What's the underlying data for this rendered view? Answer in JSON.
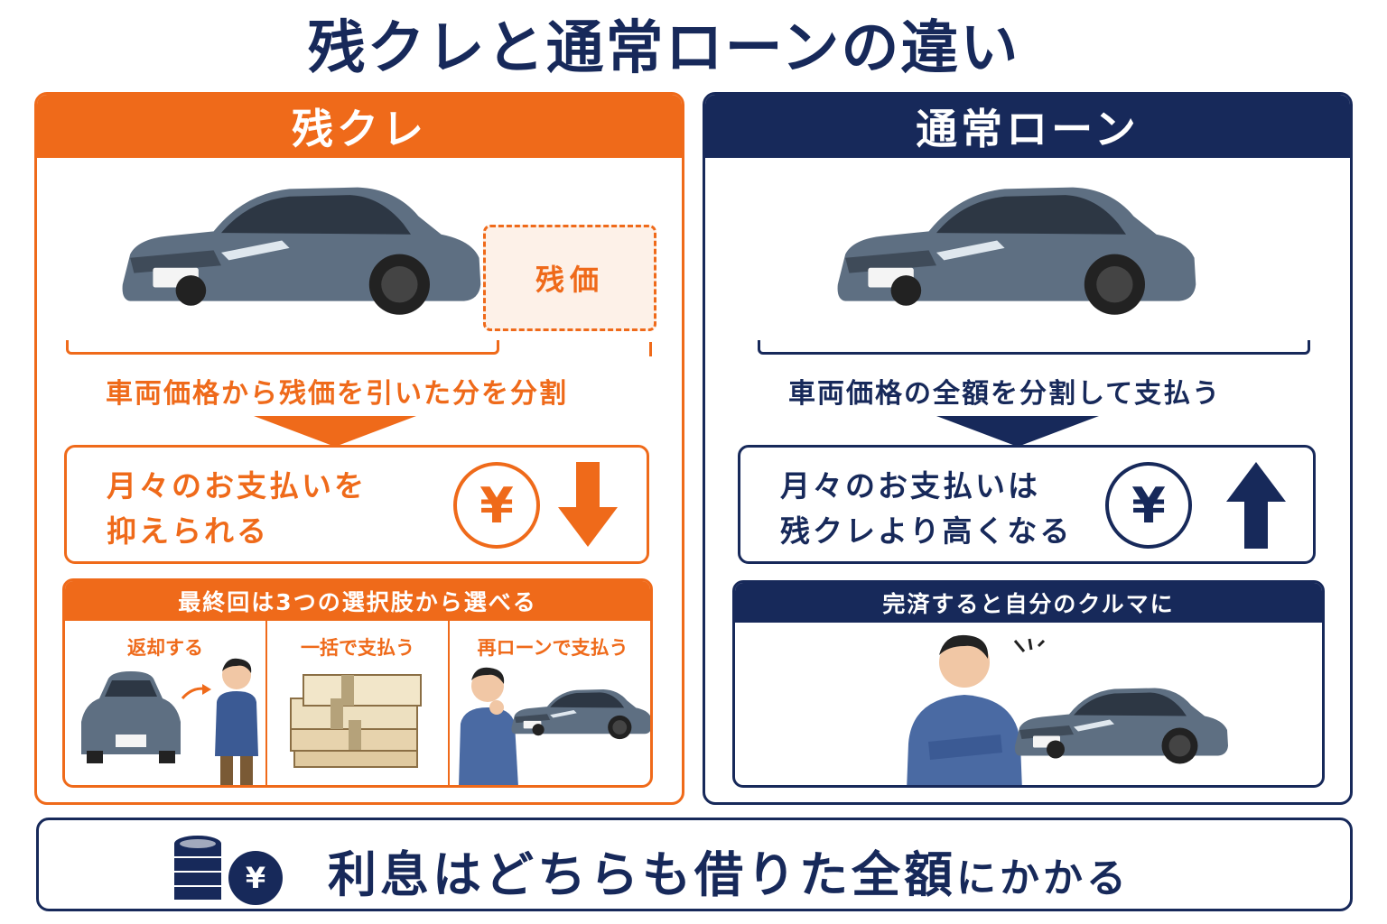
{
  "title": "残クレと通常ローンの違い",
  "left": {
    "header": "残クレ",
    "residual_label": "残価",
    "description": "車両価格から残価を引いた分を分割",
    "monthly_line1": "月々のお支払いを",
    "monthly_line2": "抑えられる",
    "yen": "¥",
    "final": {
      "header": "最終回は3つの選択肢から選べる",
      "options": [
        "返却する",
        "一括で支払う",
        "再ローンで支払う"
      ]
    }
  },
  "right": {
    "header": "通常ローン",
    "description": "車両価格の全額を分割して支払う",
    "monthly_line1": "月々のお支払いは",
    "monthly_line2": "残クレより高くなる",
    "yen": "¥",
    "own": {
      "header": "完済すると自分のクルマに"
    }
  },
  "bottom": {
    "text_main": "利息はどちらも借りた全額",
    "text_tail": "にかかる",
    "yen": "¥"
  },
  "colors": {
    "orange": "#ef6a1a",
    "navy": "#17295a",
    "car": "#5e6f82"
  }
}
